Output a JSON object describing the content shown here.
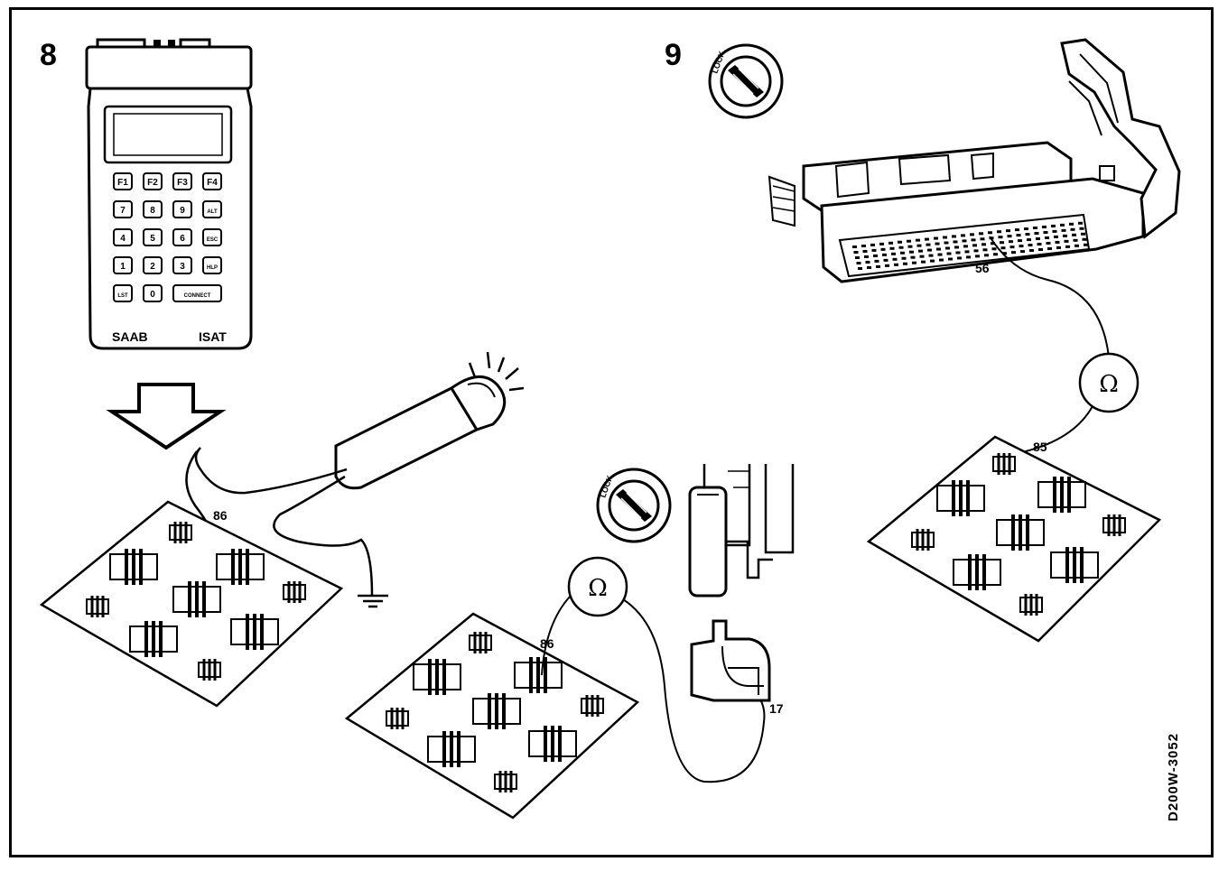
{
  "steps": {
    "left": "8",
    "right": "9"
  },
  "tester": {
    "brand": "SAAB",
    "model": "ISAT",
    "keys": [
      [
        "F1",
        "F2",
        "F3",
        "F4"
      ],
      [
        "7",
        "8",
        "9",
        "ALT"
      ],
      [
        "4",
        "5",
        "6",
        "ESC"
      ],
      [
        "1",
        "2",
        "3",
        "HLP"
      ],
      [
        "LST",
        "0",
        "CONNECT"
      ]
    ]
  },
  "lock_label": "LOCK",
  "omega_symbol": "Ω",
  "pins": {
    "fuse_left": "86",
    "fuse_middle": "86",
    "fuse_right": "85",
    "connector_small": "17",
    "ecu": "56"
  },
  "figure_code": "D200W-3052"
}
